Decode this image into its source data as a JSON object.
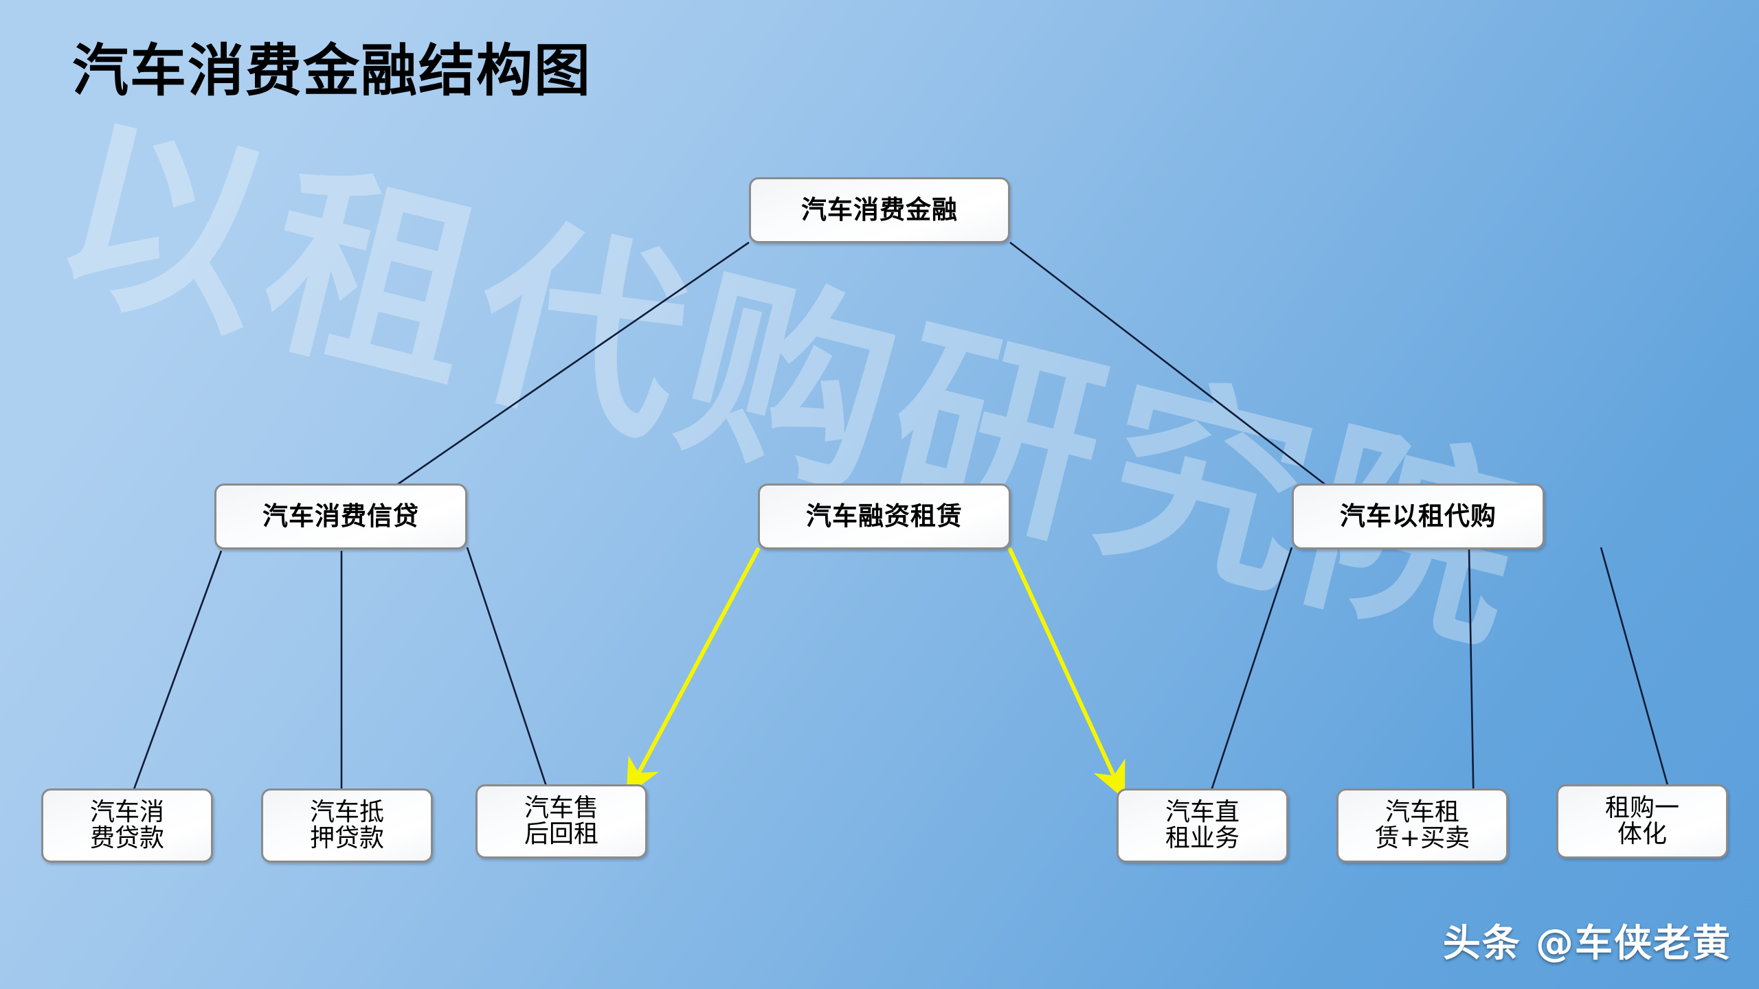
{
  "page": {
    "title": "汽车消费金融结构图",
    "watermark": "以租代购研究院",
    "credit": "头条 @车侠老黄",
    "colors": {
      "background_top_left": "#AED0F0",
      "background_bottom_right": "#5B9FDB",
      "node_fill": "#FFFFFF",
      "node_border": "#8B8B8B",
      "connector": "#101c36",
      "highlight_arrow": "#F5F500",
      "title_text": "#000000",
      "credit_text": "#FFFFFF"
    }
  },
  "diagram": {
    "type": "tree",
    "root": {
      "id": "root",
      "label": "汽车消费金融",
      "level": 1
    },
    "branches": [
      {
        "id": "b1",
        "label": "汽车消费信贷",
        "level": 2,
        "children": [
          {
            "id": "b1c1",
            "label": "汽车消\n费贷款",
            "line1": "汽车消",
            "line2": "费贷款",
            "level": 3
          },
          {
            "id": "b1c2",
            "label": "汽车抵\n押贷款",
            "line1": "汽车抵",
            "line2": "押贷款",
            "level": 3
          },
          {
            "id": "b1c3",
            "label": "汽车售\n后回租",
            "line1": "汽车售",
            "line2": "后回租",
            "level": 3
          }
        ]
      },
      {
        "id": "b2",
        "label": "汽车融资租赁",
        "level": 2,
        "children": [
          {
            "id": "b2c1",
            "label": "汽车售\n后回租",
            "line1": "汽车售",
            "line2": "后回租",
            "level": 3,
            "shared_with": "b1c3"
          },
          {
            "id": "b2c2",
            "label": "汽车直\n租业务",
            "line1": "汽车直",
            "line2": "租业务",
            "level": 3,
            "shared_with": "b3c1"
          }
        ]
      },
      {
        "id": "b3",
        "label": "汽车以租代购",
        "level": 2,
        "children": [
          {
            "id": "b3c1",
            "label": "汽车直\n租业务",
            "line1": "汽车直",
            "line2": "租业务",
            "level": 3
          },
          {
            "id": "b3c2",
            "label": "汽车租\n赁+买卖",
            "line1": "汽车租",
            "line2": "赁+买卖",
            "level": 3
          },
          {
            "id": "b3c3",
            "label": "租购一\n体化",
            "line1": "租购一",
            "line2": "体化",
            "level": 3
          }
        ]
      }
    ],
    "edges": [
      {
        "from": "root",
        "to": "b1",
        "style": "plain"
      },
      {
        "from": "root",
        "to": "b3",
        "style": "plain"
      },
      {
        "from": "b1",
        "to": "b1c1",
        "style": "plain"
      },
      {
        "from": "b1",
        "to": "b1c2",
        "style": "plain"
      },
      {
        "from": "b1",
        "to": "b1c3",
        "style": "plain"
      },
      {
        "from": "b2",
        "to": "b1c3",
        "style": "yellow-arrow"
      },
      {
        "from": "b2",
        "to": "b3c1",
        "style": "yellow-arrow"
      },
      {
        "from": "b3",
        "to": "b3c1",
        "style": "plain"
      },
      {
        "from": "b3",
        "to": "b3c2",
        "style": "plain"
      },
      {
        "from": "b3",
        "to": "b3c3",
        "style": "plain"
      }
    ]
  },
  "nodes": {
    "root": {
      "label": "汽车消费金融"
    },
    "b1": {
      "label": "汽车消费信贷"
    },
    "b2": {
      "label": "汽车融资租赁"
    },
    "b3": {
      "label": "汽车以租代购"
    },
    "b1c1": {
      "line1": "汽车消",
      "line2": "费贷款"
    },
    "b1c2": {
      "line1": "汽车抵",
      "line2": "押贷款"
    },
    "b1c3": {
      "line1": "汽车售",
      "line2": "后回租"
    },
    "b3c1": {
      "line1": "汽车直",
      "line2": "租业务"
    },
    "b3c2": {
      "line1": "汽车租",
      "line2": "赁+买卖"
    },
    "b3c3": {
      "line1": "租购一",
      "line2": "体化"
    }
  }
}
